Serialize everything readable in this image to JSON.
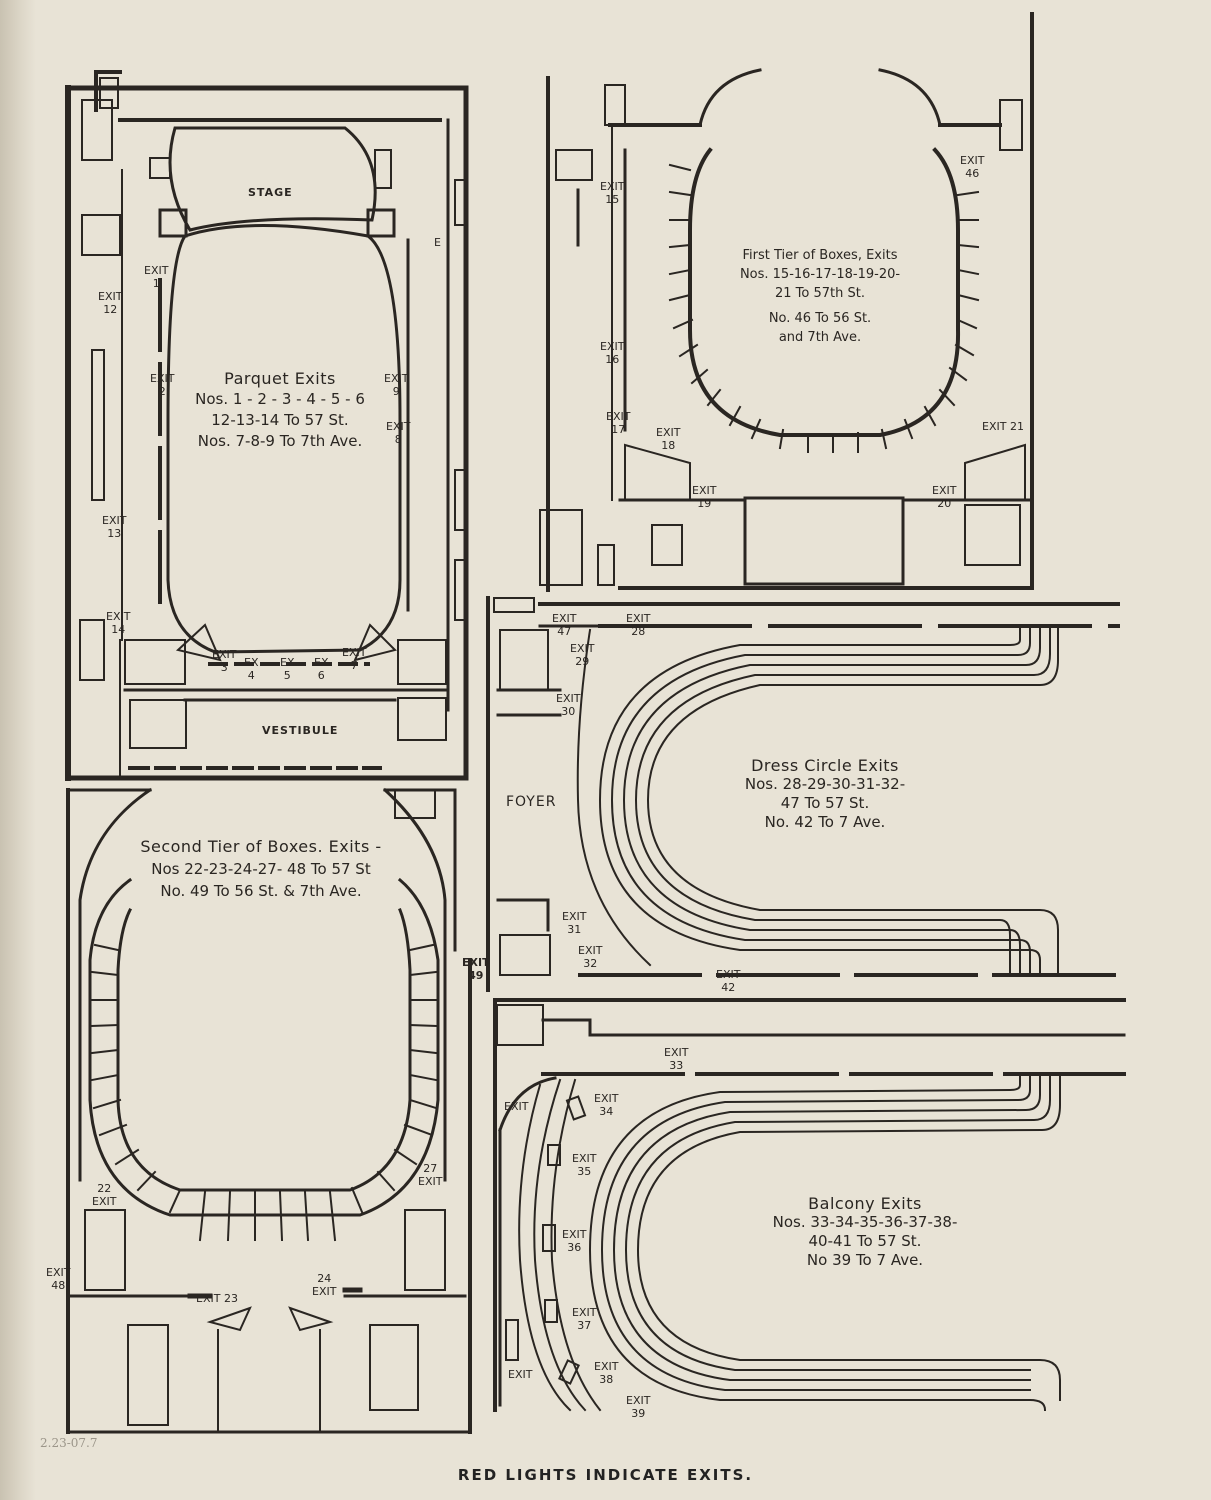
{
  "parquet": {
    "stage": "STAGE",
    "vestibule": "VESTIBULE",
    "title": "Parquet Exits",
    "line1": "Nos. 1 - 2 - 3 - 4 - 5 - 6",
    "line2": "12-13-14 To 57 St.",
    "line3": "Nos. 7-8-9 To 7th Ave.",
    "exits": {
      "e1": "EXIT\n1",
      "e2": "EXIT\n2",
      "e3": "EXIT\n3",
      "e4": "EX\n4",
      "e5": "EX\n5",
      "e6": "EX\n6",
      "e7": "EXIT\n7",
      "e8": "EXIT\n8",
      "e9": "EXIT\n9",
      "e12": "EXIT\n12",
      "e13": "EXIT\n13",
      "e14": "EXIT\n14",
      "eE": "E"
    }
  },
  "first_tier": {
    "title": "First Tier of Boxes, Exits",
    "line1": "Nos. 15-16-17-18-19-20-",
    "line2": "21 To 57th St.",
    "line3": "No. 46 To 56 St.",
    "line4": "and 7th Ave.",
    "exits": {
      "e15": "EXIT\n15",
      "e16": "EXIT\n16",
      "e17": "EXIT\n17",
      "e18": "EXIT\n18",
      "e19": "EXIT\n19",
      "e20": "EXIT\n20",
      "e21": "EXIT 21",
      "e46": "EXIT\n46"
    }
  },
  "dress_circle": {
    "foyer": "FOYER",
    "title": "Dress Circle Exits",
    "line1": "Nos. 28-29-30-31-32-",
    "line2": "47 To 57 St.",
    "line3": "No. 42 To 7 Ave.",
    "exits": {
      "e47": "EXIT\n47",
      "e28": "EXIT\n28",
      "e29": "EXIT\n29",
      "e30": "EXIT\n30",
      "e31": "EXIT\n31",
      "e32": "EXIT\n32",
      "e42": "EXIT\n42"
    }
  },
  "second_tier": {
    "title": "Second Tier of Boxes. Exits -",
    "line1": "Nos 22-23-24-27- 48 To 57 St",
    "line2": "No. 49 To 56 St. & 7th Ave.",
    "exits": {
      "e22": "22\nEXIT",
      "e27": "27\nEXIT",
      "e48": "EXIT\n48",
      "e23": "EXIT 23",
      "e24": "24\nEXIT",
      "e49": "EXIT\n49"
    }
  },
  "balcony": {
    "title": "Balcony Exits",
    "line1": "Nos. 33-34-35-36-37-38-",
    "line2": "40-41 To 57 St.",
    "line3": "No 39 To 7 Ave.",
    "exits": {
      "e33": "EXIT\n33",
      "e34": "EXIT\n34",
      "e35": "EXIT\n35",
      "e36": "EXIT\n36",
      "e37": "EXIT\n37",
      "e38": "EXIT\n38",
      "e39": "EXIT\n39",
      "eA": "EXIT",
      "eB": "EXIT"
    }
  },
  "footer": "RED LIGHTS INDICATE EXITS.",
  "pencil_note": "2.23-07.7"
}
